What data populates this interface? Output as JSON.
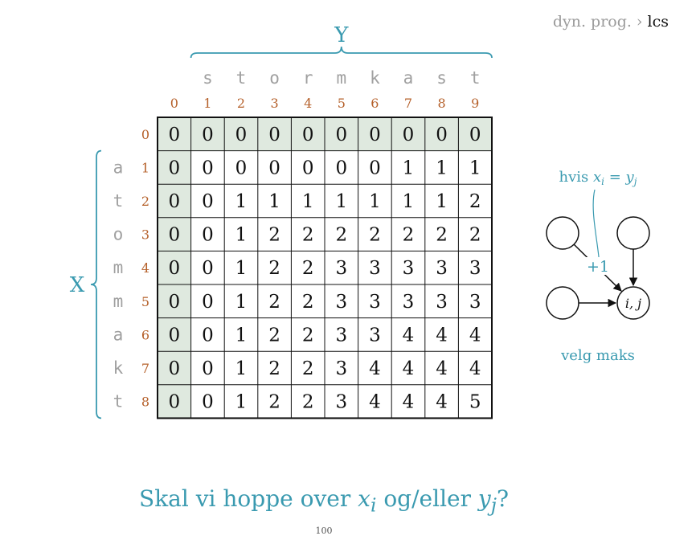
{
  "breadcrumb": {
    "section": "dyn. prog.",
    "separator": "›",
    "current": "lcs"
  },
  "table": {
    "y_label": "Y",
    "x_label": "X",
    "y_chars": [
      "s",
      "t",
      "o",
      "r",
      "m",
      "k",
      "a",
      "s",
      "t"
    ],
    "x_chars": [
      "a",
      "t",
      "o",
      "m",
      "m",
      "a",
      "k",
      "t"
    ],
    "col_indices": [
      "0",
      "1",
      "2",
      "3",
      "4",
      "5",
      "6",
      "7",
      "8",
      "9"
    ],
    "row_indices": [
      "0",
      "1",
      "2",
      "3",
      "4",
      "5",
      "6",
      "7",
      "8"
    ],
    "rows": [
      [
        "0",
        "0",
        "0",
        "0",
        "0",
        "0",
        "0",
        "0",
        "0",
        "0"
      ],
      [
        "0",
        "0",
        "0",
        "0",
        "0",
        "0",
        "0",
        "1",
        "1",
        "1"
      ],
      [
        "0",
        "0",
        "1",
        "1",
        "1",
        "1",
        "1",
        "1",
        "1",
        "2"
      ],
      [
        "0",
        "0",
        "1",
        "2",
        "2",
        "2",
        "2",
        "2",
        "2",
        "2"
      ],
      [
        "0",
        "0",
        "1",
        "2",
        "2",
        "3",
        "3",
        "3",
        "3",
        "3"
      ],
      [
        "0",
        "0",
        "1",
        "2",
        "2",
        "3",
        "3",
        "3",
        "3",
        "3"
      ],
      [
        "0",
        "0",
        "1",
        "2",
        "2",
        "3",
        "3",
        "4",
        "4",
        "4"
      ],
      [
        "0",
        "0",
        "1",
        "2",
        "2",
        "3",
        "4",
        "4",
        "4",
        "4"
      ],
      [
        "0",
        "0",
        "1",
        "2",
        "2",
        "3",
        "4",
        "4",
        "4",
        "5"
      ]
    ]
  },
  "recurrence": {
    "condition_label": "hvis x_i = y_j",
    "condition_word": "hvis",
    "increment_label": "+1",
    "target_label": "i, j",
    "max_label": "velg maks"
  },
  "footer": {
    "question": "Skal vi hoppe over x_i og/eller y_j?",
    "page_number": "100"
  },
  "colors": {
    "teal": "#3a9ab0",
    "index": "#b5602a",
    "shade": "#dfe9df",
    "grey": "#a0a0a0"
  }
}
